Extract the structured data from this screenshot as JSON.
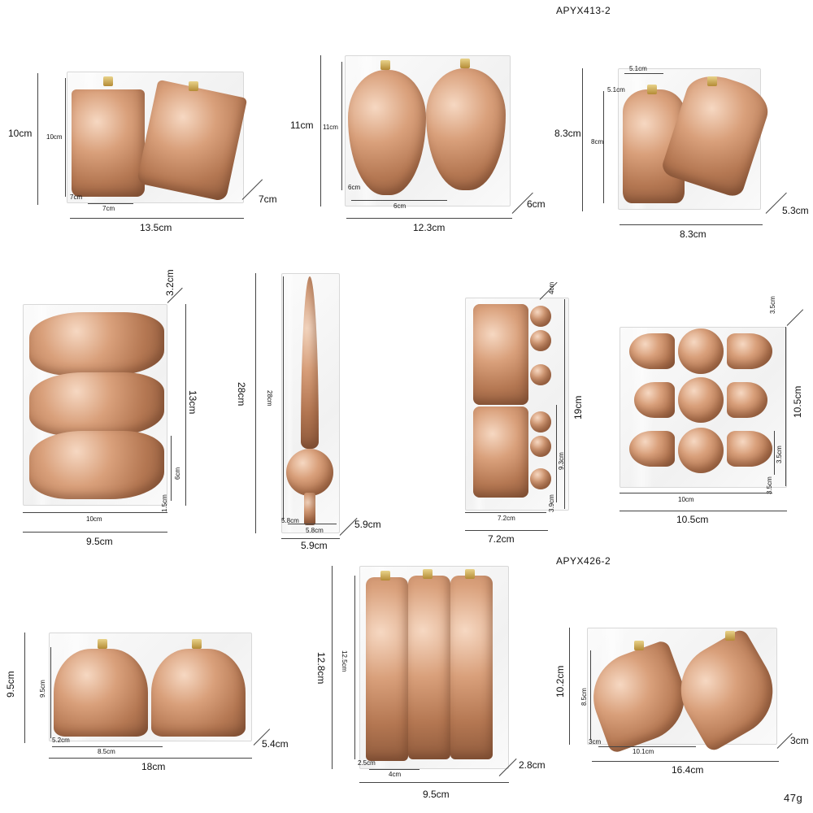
{
  "product_codes": {
    "top": "APYX413-2",
    "middle": "APYX426-2"
  },
  "weight": "47g",
  "panels": {
    "gift_box": {
      "height": "10cm",
      "inner_height": "10cm",
      "depth": "7cm",
      "inner_depth": "7cm",
      "inner_width": "7cm",
      "width": "13.5cm"
    },
    "acorn": {
      "height": "11cm",
      "inner_height": "11cm",
      "inner_depth": "6cm",
      "inner_width": "6cm",
      "depth": "6cm",
      "width": "12.3cm"
    },
    "bell": {
      "height": "8.3cm",
      "inner_height": "8cm",
      "top_width": "5.1cm",
      "top_side": "5.1cm",
      "depth": "5.3cm",
      "width": "8.3cm"
    },
    "reindeer": {
      "depth": "3.2cm",
      "height": "13cm",
      "inner_height": "6cm",
      "inner_depth": "1.5cm",
      "inner_width": "10cm",
      "width": "9.5cm"
    },
    "tree_topper": {
      "height": "28cm",
      "inner_height": "28cm",
      "inner_side": "5.8cm",
      "inner_width": "5.8cm",
      "depth": "5.9cm",
      "width": "5.9cm"
    },
    "train": {
      "depth": "4cm",
      "height": "19cm",
      "inner_height": "9.3cm",
      "inner_depth": "3.9cm",
      "inner_width": "7.2cm",
      "width": "7.2cm"
    },
    "candy": {
      "depth": "3.5cm",
      "height": "10.5cm",
      "inner_height": "3.5cm",
      "inner_depth": "3.5cm",
      "inner_width": "10cm",
      "width": "10.5cm"
    },
    "crown": {
      "height": "9.5cm",
      "inner_height": "9.5cm",
      "inner_depth": "5.2cm",
      "inner_width": "8.5cm",
      "depth": "5.4cm",
      "width": "18cm"
    },
    "nutcracker": {
      "height": "12.8cm",
      "inner_height": "12.5cm",
      "inner_depth": "2.5cm",
      "inner_width": "4cm",
      "depth": "2.8cm",
      "width": "9.5cm"
    },
    "leaf": {
      "height": "10.2cm",
      "inner_height": "8.5cm",
      "inner_depth": "3cm",
      "inner_width": "10.1cm",
      "depth": "3cm",
      "width": "16.4cm"
    }
  }
}
